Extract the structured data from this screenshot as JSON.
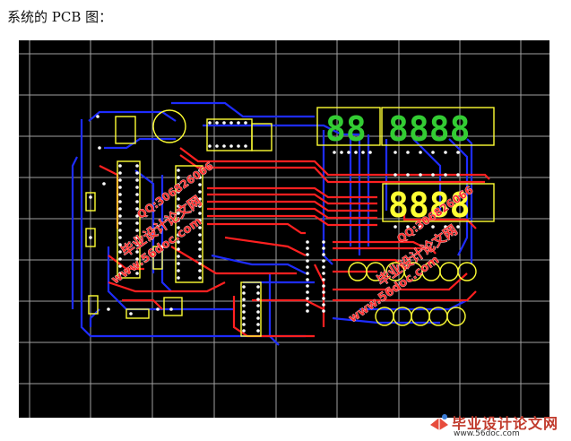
{
  "caption": "系统的 PCB 图：",
  "displays": {
    "left_digits": "88",
    "right_digits": "8888",
    "lower_digits": "8888",
    "green": "#33cc33",
    "yellow": "#ffff33"
  },
  "watermarks": {
    "site_cn": "毕业设计论文网",
    "site_url": "www.56doc.com",
    "qq": "QQ:306826066"
  },
  "colors": {
    "board_bg": "#000000",
    "grid": "#bdbdbd",
    "top_trace": "#ff2020",
    "bottom_trace": "#1e2cff",
    "silkscreen": "#ffff33",
    "pad": "#ffffff"
  },
  "logo": {
    "name": "毕业设计论文网",
    "url": "www.56doc.com",
    "icon": "book-logo-icon"
  }
}
